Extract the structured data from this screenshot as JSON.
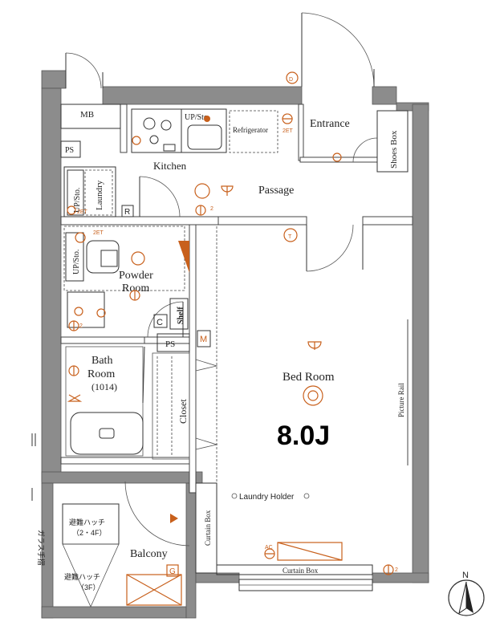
{
  "rooms": {
    "mb": "MB",
    "ps_top": "PS",
    "kitchen": "Kitchen",
    "up_sto_kitchen": "UP/Sto.",
    "refrigerator": "Refrigerator",
    "entrance": "Entrance",
    "shoes_box": "Shoes Box",
    "passage": "Passage",
    "up_sto_laundry": "UP/Sto.",
    "laundry": "Laundry",
    "r_mark": "R",
    "up_sto_powder": "UP/Sto.",
    "powder_room_1": "Powder",
    "powder_room_2": "Room",
    "c_mark": "C",
    "shelf": "Shelf",
    "ps_mid": "PS",
    "m_mark": "M",
    "bath_room_1": "Bath",
    "bath_room_2": "Room",
    "bath_size": "(1014)",
    "closet": "Closet",
    "bed_room": "Bed Room",
    "picture_rail": "Picture Rail",
    "area": "8.0J",
    "laundry_holder": "Laundry Holder",
    "curtain_box_vertical": "Curtain Box",
    "curtain_box_bottom": "Curtain Box",
    "balcony": "Balcony",
    "g_mark": "G",
    "hatch_24f_1": "避難ハッチ",
    "hatch_24f_2": "（2・4F）",
    "hatch_3f_1": "避難ハッチ",
    "hatch_3f_2": "（3F）",
    "glass_rail": "ガラス手摺",
    "north": "N"
  },
  "equipment_marks": {
    "d": "D",
    "t": "T",
    "ac": "AC",
    "two_et_1": "2ET",
    "two_et_2": "2ET",
    "two_et_3": "2ET",
    "two_1": "2",
    "two_2": "2",
    "two_3": "2"
  },
  "colors": {
    "wall": "#8c8c8c",
    "wall_edge": "#555555",
    "equipment": "#c8601c",
    "text": "#222222"
  }
}
